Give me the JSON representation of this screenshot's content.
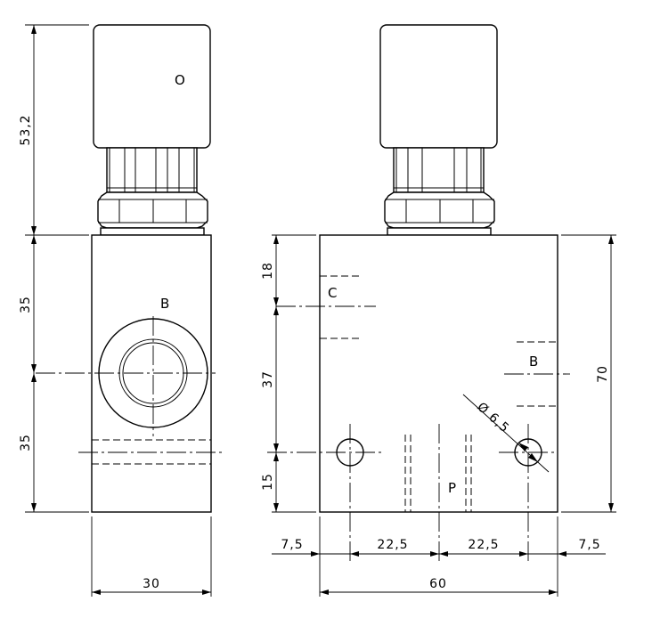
{
  "left_view": {
    "dim_height_top": "53,2",
    "dim_height_mid": "35",
    "dim_height_low": "35",
    "dim_width": "30",
    "port_label": "B",
    "cap_mark": "O"
  },
  "right_view": {
    "dim_side_18": "18",
    "dim_side_37": "37",
    "dim_side_15": "15",
    "dim_height_total": "70",
    "dim_bottom_left": "7,5",
    "dim_bottom_mid_left": "22,5",
    "dim_bottom_mid_right": "22,5",
    "dim_bottom_right": "7,5",
    "dim_width_total": "60",
    "hole_diameter": "Ø 6,5",
    "port_c": "C",
    "port_b": "B",
    "port_p": "P"
  }
}
